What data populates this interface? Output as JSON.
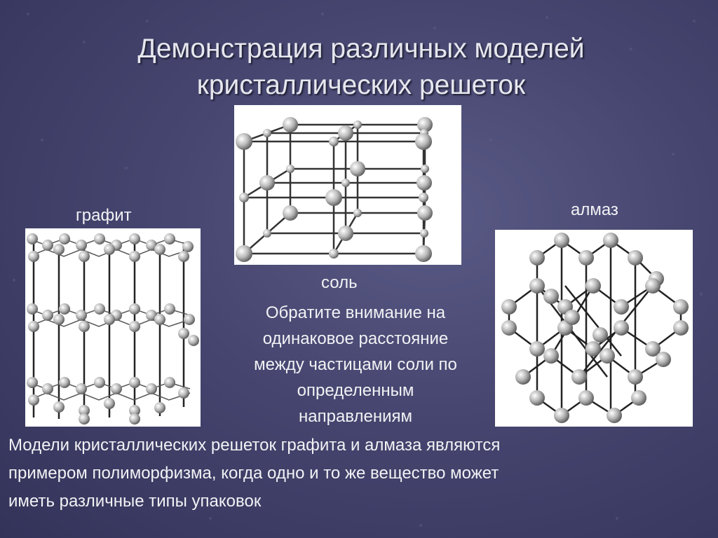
{
  "slide": {
    "title_line1": "Демонстрация различных моделей",
    "title_line2": "кристаллических решеток",
    "models": {
      "graphite": {
        "label": "графит"
      },
      "salt": {
        "label": "соль"
      },
      "diamond": {
        "label": "алмаз"
      }
    },
    "note_lines": [
      "Обратите внимание на",
      "одинаковое расстояние",
      "между частицами соли по",
      "определенным",
      "направлениям"
    ],
    "caption_lines": [
      "Модели кристаллических решеток графита и алмаза являются",
      "примером полиморфизма, когда одно и то же вещество может",
      "иметь различные типы упаковок"
    ]
  }
}
